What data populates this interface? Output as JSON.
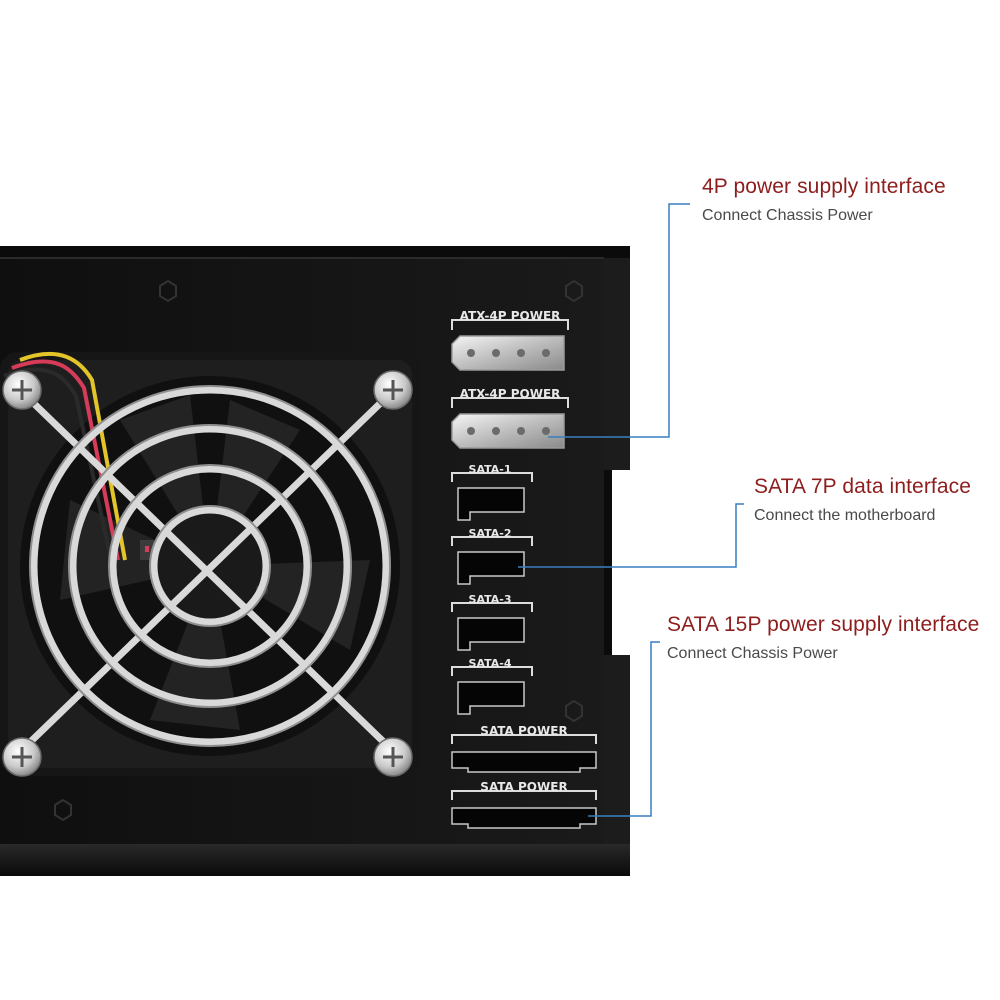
{
  "callouts": {
    "power_4p": {
      "title": "4P power supply interface",
      "subtitle": "Connect Chassis Power"
    },
    "sata_7p": {
      "title": "SATA 7P data interface",
      "subtitle": "Connect the motherboard"
    },
    "sata_15p": {
      "title": "SATA 15P power supply interface",
      "subtitle": "Connect Chassis Power"
    }
  },
  "panel_labels": {
    "atx_1": "ATX-4P  POWER",
    "atx_2": "ATX-4P  POWER",
    "sata_1": "SATA-1",
    "sata_2": "SATA-2",
    "sata_3": "SATA-3",
    "sata_4": "SATA-4",
    "sata_power_1": "SATA  POWER",
    "sata_power_2": "SATA  POWER"
  },
  "colors": {
    "callout_title": "#8e1d1d",
    "callout_subtitle": "#4a4a4a",
    "leader_line": "#3a7fc0",
    "chassis": "#121212",
    "fan_guard": "#d4d4d4"
  }
}
